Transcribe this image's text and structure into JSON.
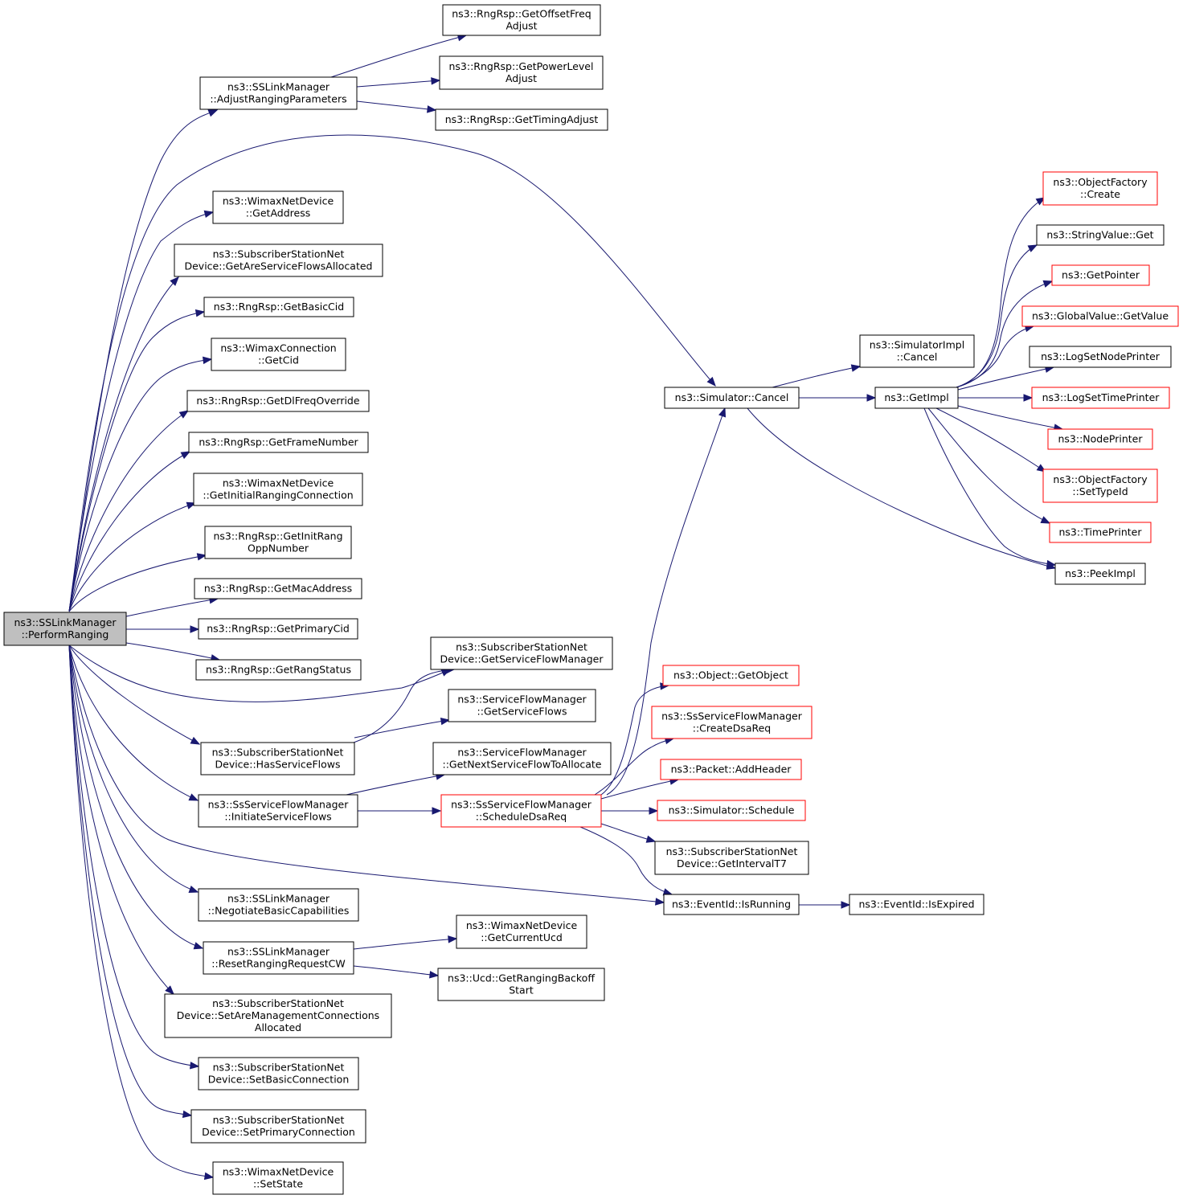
{
  "colors": {
    "edge": "#191970",
    "node_border": "#000000",
    "node_border_undocumented": "#ff0000",
    "root_fill": "#bfbfbf"
  },
  "nodes": [
    {
      "id": "root",
      "lines": [
        "ns3::SSLinkManager",
        "::PerformRanging"
      ],
      "style": "root"
    },
    {
      "id": "adjust",
      "lines": [
        "ns3::SSLinkManager",
        "::AdjustRangingParameters"
      ]
    },
    {
      "id": "offsetfreq",
      "lines": [
        "ns3::RngRsp::GetOffsetFreq",
        "Adjust"
      ]
    },
    {
      "id": "powerlevel",
      "lines": [
        "ns3::RngRsp::GetPowerLevel",
        "Adjust"
      ]
    },
    {
      "id": "timing",
      "lines": [
        "ns3::RngRsp::GetTimingAdjust"
      ]
    },
    {
      "id": "getaddress",
      "lines": [
        "ns3::WimaxNetDevice",
        "::GetAddress"
      ]
    },
    {
      "id": "areflows",
      "lines": [
        "ns3::SubscriberStationNet",
        "Device::GetAreServiceFlowsAllocated"
      ]
    },
    {
      "id": "basiccid",
      "lines": [
        "ns3::RngRsp::GetBasicCid"
      ]
    },
    {
      "id": "getcid",
      "lines": [
        "ns3::WimaxConnection",
        "::GetCid"
      ]
    },
    {
      "id": "dlfreq",
      "lines": [
        "ns3::RngRsp::GetDlFreqOverride"
      ]
    },
    {
      "id": "framenum",
      "lines": [
        "ns3::RngRsp::GetFrameNumber"
      ]
    },
    {
      "id": "initrangconn",
      "lines": [
        "ns3::WimaxNetDevice",
        "::GetInitialRangingConnection"
      ]
    },
    {
      "id": "initrangopp",
      "lines": [
        "ns3::RngRsp::GetInitRang",
        "OppNumber"
      ]
    },
    {
      "id": "macaddr",
      "lines": [
        "ns3::RngRsp::GetMacAddress"
      ]
    },
    {
      "id": "primarycid",
      "lines": [
        "ns3::RngRsp::GetPrimaryCid"
      ]
    },
    {
      "id": "rangstatus",
      "lines": [
        "ns3::RngRsp::GetRangStatus"
      ]
    },
    {
      "id": "getsfm",
      "lines": [
        "ns3::SubscriberStationNet",
        "Device::GetServiceFlowManager"
      ]
    },
    {
      "id": "getsf",
      "lines": [
        "ns3::ServiceFlowManager",
        "::GetServiceFlows"
      ]
    },
    {
      "id": "hassf",
      "lines": [
        "ns3::SubscriberStationNet",
        "Device::HasServiceFlows"
      ]
    },
    {
      "id": "nextsf",
      "lines": [
        "ns3::ServiceFlowManager",
        "::GetNextServiceFlowToAllocate"
      ]
    },
    {
      "id": "initiatesf",
      "lines": [
        "ns3::SsServiceFlowManager",
        "::InitiateServiceFlows"
      ]
    },
    {
      "id": "scheddsa",
      "lines": [
        "ns3::SsServiceFlowManager",
        "::ScheduleDsaReq"
      ],
      "style": "red"
    },
    {
      "id": "negotiate",
      "lines": [
        "ns3::SSLinkManager",
        "::NegotiateBasicCapabilities"
      ]
    },
    {
      "id": "resetcw",
      "lines": [
        "ns3::SSLinkManager",
        "::ResetRangingRequestCW"
      ]
    },
    {
      "id": "currentucd",
      "lines": [
        "ns3::WimaxNetDevice",
        "::GetCurrentUcd"
      ]
    },
    {
      "id": "backoff",
      "lines": [
        "ns3::Ucd::GetRangingBackoff",
        "Start"
      ]
    },
    {
      "id": "setmgmt",
      "lines": [
        "ns3::SubscriberStationNet",
        "Device::SetAreManagementConnections",
        "Allocated"
      ]
    },
    {
      "id": "setbasic",
      "lines": [
        "ns3::SubscriberStationNet",
        "Device::SetBasicConnection"
      ]
    },
    {
      "id": "setprimary",
      "lines": [
        "ns3::SubscriberStationNet",
        "Device::SetPrimaryConnection"
      ]
    },
    {
      "id": "setstate",
      "lines": [
        "ns3::WimaxNetDevice",
        "::SetState"
      ]
    },
    {
      "id": "simcancel",
      "lines": [
        "ns3::Simulator::Cancel"
      ]
    },
    {
      "id": "simimplcancel",
      "lines": [
        "ns3::SimulatorImpl",
        "::Cancel"
      ]
    },
    {
      "id": "getimpl",
      "lines": [
        "ns3::GetImpl"
      ]
    },
    {
      "id": "ofcreate",
      "lines": [
        "ns3::ObjectFactory",
        "::Create"
      ],
      "style": "red"
    },
    {
      "id": "strget",
      "lines": [
        "ns3::StringValue::Get"
      ]
    },
    {
      "id": "getpointer",
      "lines": [
        "ns3::GetPointer"
      ],
      "style": "red"
    },
    {
      "id": "gvgetvalue",
      "lines": [
        "ns3::GlobalValue::GetValue"
      ],
      "style": "red"
    },
    {
      "id": "lognode",
      "lines": [
        "ns3::LogSetNodePrinter"
      ]
    },
    {
      "id": "logtime",
      "lines": [
        "ns3::LogSetTimePrinter"
      ],
      "style": "red"
    },
    {
      "id": "nodeprinter",
      "lines": [
        "ns3::NodePrinter"
      ],
      "style": "red"
    },
    {
      "id": "settypeid",
      "lines": [
        "ns3::ObjectFactory",
        "::SetTypeId"
      ],
      "style": "red"
    },
    {
      "id": "timeprinter",
      "lines": [
        "ns3::TimePrinter"
      ],
      "style": "red"
    },
    {
      "id": "peekimpl",
      "lines": [
        "ns3::PeekImpl"
      ]
    },
    {
      "id": "getobject",
      "lines": [
        "ns3::Object::GetObject"
      ],
      "style": "red"
    },
    {
      "id": "createdsa",
      "lines": [
        "ns3::SsServiceFlowManager",
        "::CreateDsaReq"
      ],
      "style": "red"
    },
    {
      "id": "addheader",
      "lines": [
        "ns3::Packet::AddHeader"
      ],
      "style": "red"
    },
    {
      "id": "schedule",
      "lines": [
        "ns3::Simulator::Schedule"
      ],
      "style": "red"
    },
    {
      "id": "intervalt7",
      "lines": [
        "ns3::SubscriberStationNet",
        "Device::GetIntervalT7"
      ]
    },
    {
      "id": "isrunning",
      "lines": [
        "ns3::EventId::IsRunning"
      ]
    },
    {
      "id": "isexpired",
      "lines": [
        "ns3::EventId::IsExpired"
      ]
    }
  ],
  "edges": [
    [
      "root",
      "adjust"
    ],
    [
      "root",
      "simcancel"
    ],
    [
      "root",
      "getaddress"
    ],
    [
      "root",
      "areflows"
    ],
    [
      "root",
      "basiccid"
    ],
    [
      "root",
      "getcid"
    ],
    [
      "root",
      "dlfreq"
    ],
    [
      "root",
      "framenum"
    ],
    [
      "root",
      "initrangconn"
    ],
    [
      "root",
      "initrangopp"
    ],
    [
      "root",
      "macaddr"
    ],
    [
      "root",
      "primarycid"
    ],
    [
      "root",
      "rangstatus"
    ],
    [
      "root",
      "getsfm"
    ],
    [
      "root",
      "hassf"
    ],
    [
      "root",
      "initiatesf"
    ],
    [
      "root",
      "isrunning"
    ],
    [
      "root",
      "negotiate"
    ],
    [
      "root",
      "resetcw"
    ],
    [
      "root",
      "setmgmt"
    ],
    [
      "root",
      "setbasic"
    ],
    [
      "root",
      "setprimary"
    ],
    [
      "root",
      "setstate"
    ],
    [
      "adjust",
      "offsetfreq"
    ],
    [
      "adjust",
      "powerlevel"
    ],
    [
      "adjust",
      "timing"
    ],
    [
      "hassf",
      "getsfm"
    ],
    [
      "hassf",
      "getsf"
    ],
    [
      "initiatesf",
      "nextsf"
    ],
    [
      "initiatesf",
      "scheddsa"
    ],
    [
      "scheddsa",
      "simcancel"
    ],
    [
      "scheddsa",
      "getobject"
    ],
    [
      "scheddsa",
      "createdsa"
    ],
    [
      "scheddsa",
      "addheader"
    ],
    [
      "scheddsa",
      "schedule"
    ],
    [
      "scheddsa",
      "intervalt7"
    ],
    [
      "scheddsa",
      "isrunning"
    ],
    [
      "resetcw",
      "currentucd"
    ],
    [
      "resetcw",
      "backoff"
    ],
    [
      "simcancel",
      "simimplcancel"
    ],
    [
      "simcancel",
      "getimpl"
    ],
    [
      "simcancel",
      "peekimpl"
    ],
    [
      "getimpl",
      "ofcreate"
    ],
    [
      "getimpl",
      "strget"
    ],
    [
      "getimpl",
      "getpointer"
    ],
    [
      "getimpl",
      "gvgetvalue"
    ],
    [
      "getimpl",
      "lognode"
    ],
    [
      "getimpl",
      "logtime"
    ],
    [
      "getimpl",
      "nodeprinter"
    ],
    [
      "getimpl",
      "settypeid"
    ],
    [
      "getimpl",
      "timeprinter"
    ],
    [
      "getimpl",
      "peekimpl"
    ],
    [
      "isrunning",
      "isexpired"
    ]
  ]
}
